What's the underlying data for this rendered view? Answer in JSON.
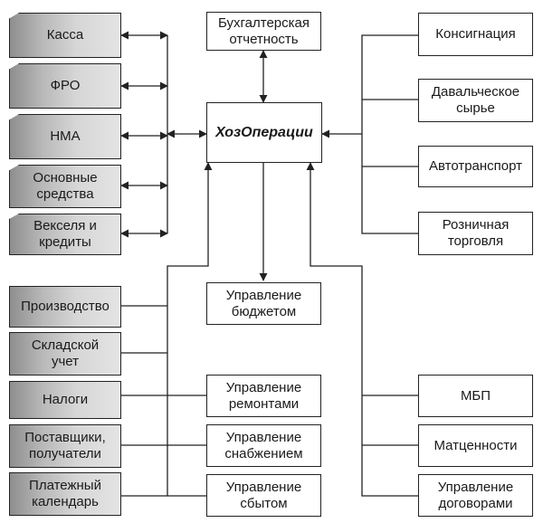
{
  "left_group_top": [
    {
      "id": "kassa",
      "label": "Касса"
    },
    {
      "id": "fro",
      "label": "ФРО"
    },
    {
      "id": "nma",
      "label": "НМА"
    },
    {
      "id": "os",
      "label": "Основные\nсредства"
    },
    {
      "id": "veksel",
      "label": "Векселя и\nкредиты"
    }
  ],
  "left_group_bottom": [
    {
      "id": "proizv",
      "label": "Производство"
    },
    {
      "id": "sklad",
      "label": "Складской\nучет"
    },
    {
      "id": "nalogi",
      "label": "Налоги"
    },
    {
      "id": "postav",
      "label": "Поставщики,\nполучатели"
    },
    {
      "id": "plat",
      "label": "Платежный\nкалендарь"
    }
  ],
  "center": [
    {
      "id": "buh",
      "label": "Бухгалтерская\nотчетность"
    },
    {
      "id": "hoz",
      "label": "ХозОперации"
    },
    {
      "id": "budget",
      "label": "Управление\nбюджетом"
    },
    {
      "id": "remont",
      "label": "Управление\nремонтами"
    },
    {
      "id": "snab",
      "label": "Управление\nснабжением"
    },
    {
      "id": "sbyt",
      "label": "Управление\nсбытом"
    }
  ],
  "right_group_top": [
    {
      "id": "konsig",
      "label": "Консигнация"
    },
    {
      "id": "daval",
      "label": "Давальческое\nсырье"
    },
    {
      "id": "avto",
      "label": "Автотранспорт"
    },
    {
      "id": "rozn",
      "label": "Розничная\nторговля"
    }
  ],
  "right_group_bottom": [
    {
      "id": "mbp",
      "label": "МБП"
    },
    {
      "id": "matcen",
      "label": "Матценности"
    },
    {
      "id": "dogov",
      "label": "Управление\nдоговорами"
    }
  ]
}
